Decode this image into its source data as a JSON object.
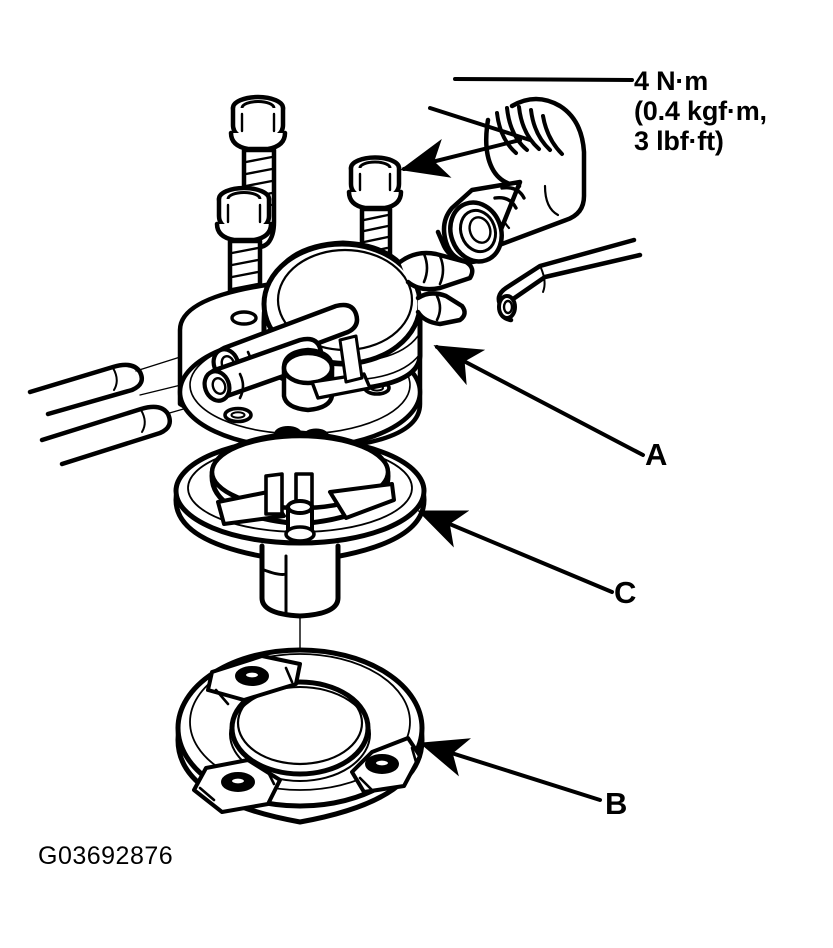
{
  "figure": {
    "type": "exploded-assembly-line-drawing",
    "subject": "fuel pump assembly, pump cover and base flange",
    "code": "G03692876",
    "torque_note": "4 N·m\n(0.4 kgf·m,\n3 lbf·ft)",
    "torque_note_lines": [
      "4 N·m",
      "(0.4 kgf·m,",
      "3 lbf·ft)"
    ],
    "torque_value": {
      "nm": "4 N·m",
      "kgfm": "0.4 kgf·m",
      "lbfft": "3 lbf·ft"
    },
    "callouts": [
      {
        "id": "A",
        "label": "A",
        "refers_to": "fuel pump assembly"
      },
      {
        "id": "C",
        "label": "C",
        "refers_to": "pump spacer / retainer ring"
      },
      {
        "id": "B",
        "label": "B",
        "refers_to": "base mounting flange"
      }
    ],
    "parts": [
      {
        "name": "flange bolt",
        "count": 3
      },
      {
        "name": "fuel pump assembly",
        "count": 1
      },
      {
        "name": "ribbed elbow hose connector",
        "count": 1
      },
      {
        "name": "electrical connector tube",
        "count": 1
      },
      {
        "name": "fuel hose",
        "count": 2
      },
      {
        "name": "spacer ring",
        "count": 1
      },
      {
        "name": "base flange",
        "count": 1
      }
    ],
    "colors": {
      "line": "#000000",
      "background": "#ffffff"
    }
  }
}
